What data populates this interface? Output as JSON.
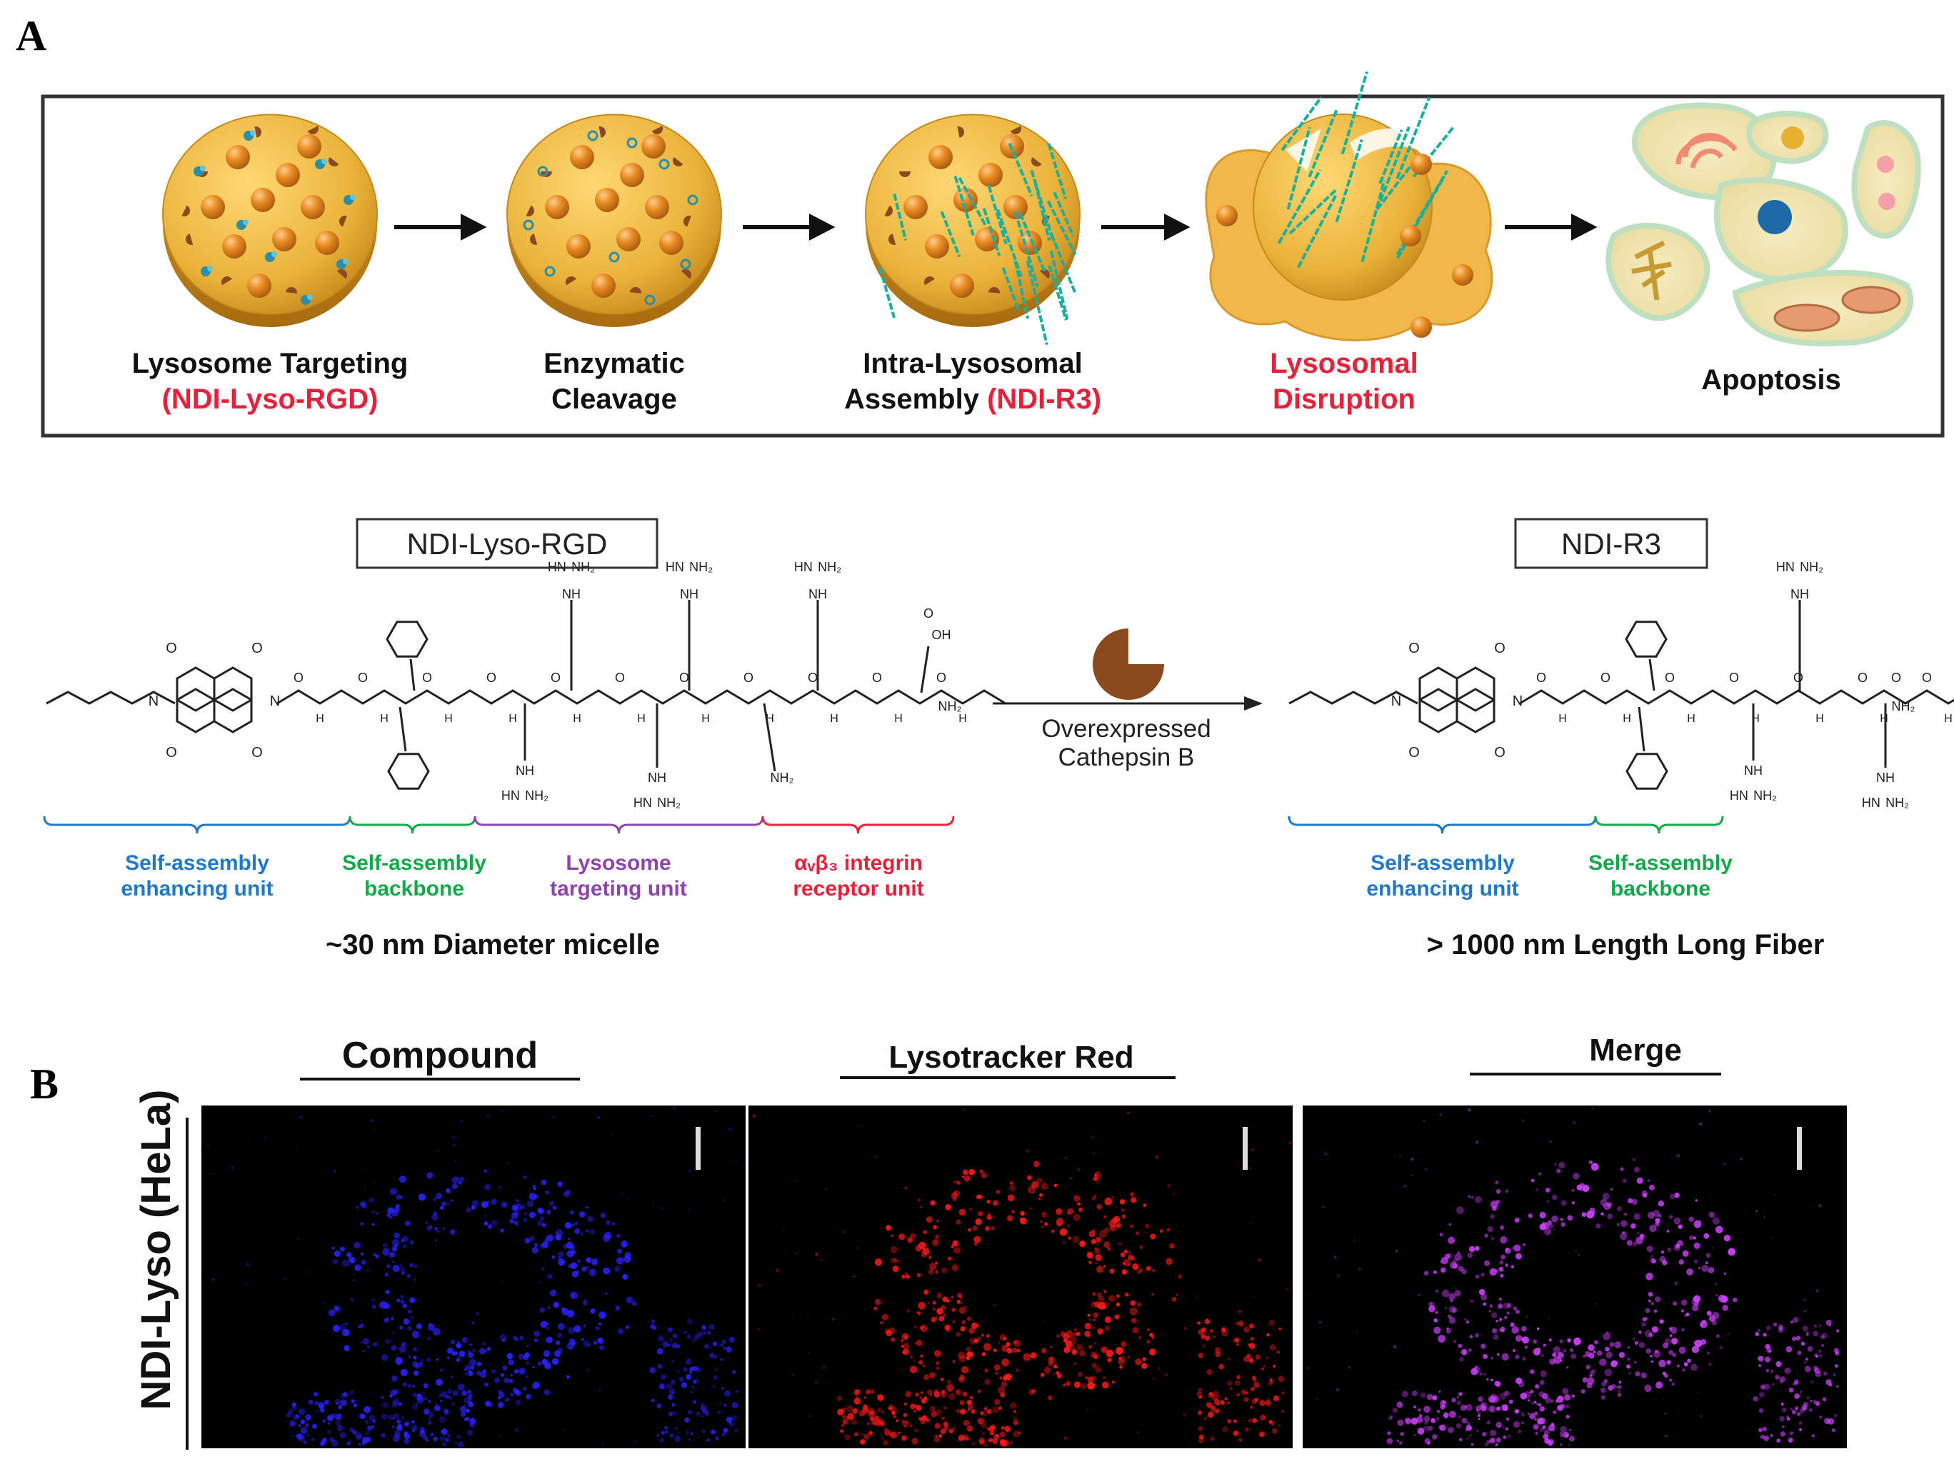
{
  "panel_a": {
    "label": "A",
    "steps": [
      {
        "line1": "Lysosome Targeting",
        "line2": "(NDI-Lyso-RGD)"
      },
      {
        "line1": "Enzymatic",
        "line2": "Cleavage"
      },
      {
        "line1": "Intra-Lysosomal",
        "line2a": "Assembly ",
        "line2b": "(NDI-R3)"
      },
      {
        "line1": "Lysosomal",
        "line2": "Disruption"
      },
      {
        "line1": "Apoptosis"
      }
    ],
    "left_compound": "NDI-Lyso-RGD",
    "right_compound": "NDI-R3",
    "enzyme_label_1": "Overexpressed",
    "enzyme_label_2": "Cathepsin B",
    "chem": {
      "guanidine_top": "HN  NH₂",
      "guanidine_nh": "NH",
      "guanidine_bottom": "HN  NH₂",
      "oh": "OH",
      "nh2": "NH₂",
      "o": "O",
      "n": "N",
      "h": "H"
    },
    "left_units": [
      {
        "l1": "Self-assembly",
        "l2": "enhancing unit",
        "color": "#1f78c8"
      },
      {
        "l1": "Self-assembly",
        "l2": "backbone",
        "color": "#13a84a"
      },
      {
        "l1": "Lysosome",
        "l2": "targeting unit",
        "color": "#8e44ad"
      },
      {
        "l1": "αᵥβ₃ integrin",
        "l2": "receptor unit",
        "color": "#e8213a"
      }
    ],
    "right_units": [
      {
        "l1": "Self-assembly",
        "l2": "enhancing unit",
        "color": "#1f78c8"
      },
      {
        "l1": "Self-assembly",
        "l2": "backbone",
        "color": "#13a84a"
      }
    ],
    "left_caption": "~30 nm Diameter micelle",
    "right_caption": "> 1000 nm Length Long Fiber"
  },
  "panel_b": {
    "label": "B",
    "row_label": "NDI-Lyso (HeLa)",
    "columns": [
      {
        "title": "Compound",
        "color": "#2a22ff"
      },
      {
        "title": "Lysotracker Red",
        "color": "#ff1a1a"
      },
      {
        "title": "Merge",
        "color": "#d040ff"
      }
    ]
  },
  "colors": {
    "lysosome": "#e8b030",
    "bead": "#d98a1a",
    "fiber": "#1ab0a0",
    "enzyme": "#8a4a1e",
    "highlight": "#e8213a"
  }
}
